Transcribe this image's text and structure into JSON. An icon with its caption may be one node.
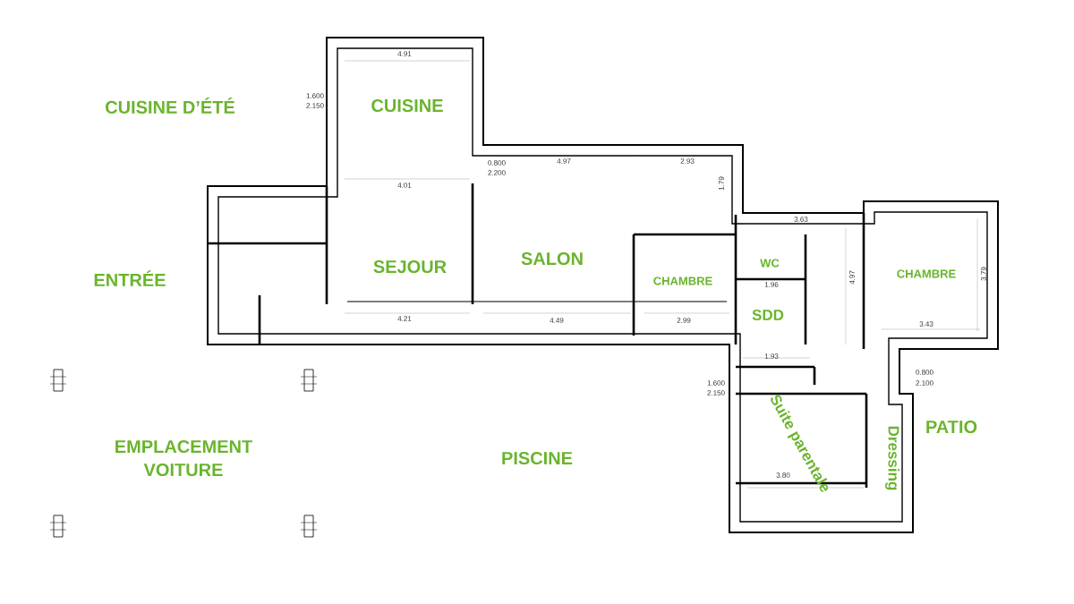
{
  "diagram": {
    "labels": [
      "CUISINE D’ÉTÉ",
      "CUISINE",
      "4.91",
      "1.600",
      "2.150",
      "0.800",
      "2.200",
      "4.97",
      "2.93",
      "4.01",
      "1.79",
      "3.63",
      "ENTRÉE",
      "SEJOUR",
      "SALON",
      "CHAMBRE",
      "WC",
      "CHAMBRE",
      "SDD",
      "4.97",
      "3.79",
      "3.43",
      "4.21",
      "4.49",
      "2.99",
      "1.96",
      "1.93",
      "0.800",
      "2.100",
      "Suite parentale",
      "PATIO",
      "Dressing",
      "EMPLACEMENT VOITURE",
      "PISCINE",
      "3.80",
      "1.600",
      "2.150"
    ]
  }
}
